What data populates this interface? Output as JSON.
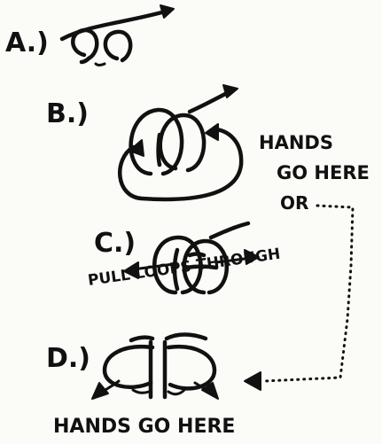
{
  "steps": [
    {
      "label": "A.)"
    },
    {
      "label": "B.)"
    },
    {
      "label": "C.)"
    },
    {
      "label": "D.)"
    }
  ],
  "annotations": {
    "hands_go_here_b_line1": "HANDS",
    "hands_go_here_b_line2": "GO HERE",
    "or": "OR",
    "pull_loops_through": "PULL LOOPS THROUGH",
    "hands_go_here_d": "HANDS GO HERE"
  },
  "icons": [
    "arrow-icon",
    "loop-icon"
  ]
}
